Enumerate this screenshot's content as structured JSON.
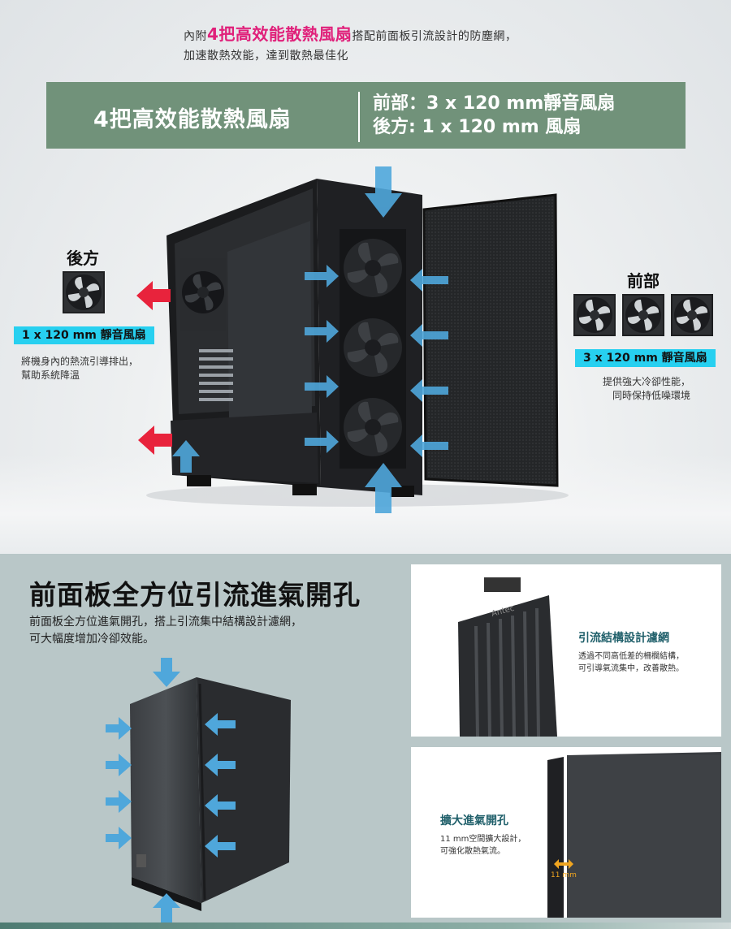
{
  "intro": {
    "prefix": "內附",
    "highlight": "4把高效能散熱風扇",
    "suffix": "搭配前面板引流設計的防塵網，",
    "line2": "加速散熱效能，達到散熱最佳化"
  },
  "banner": {
    "left": "4把高效能散熱風扇",
    "right_line1": "前部：3 x 120 mm靜音風扇",
    "right_line2": "後方: 1 x 120 mm 風扇"
  },
  "rear": {
    "header": "後方",
    "tag": "1 x 120 mm 靜音風扇",
    "desc_line1": "將機身內的熱流引導排出，",
    "desc_line2": "幫助系統降溫"
  },
  "front": {
    "header": "前部",
    "tag": "3 x 120 mm 靜音風扇",
    "desc_line1": "提供強大冷卻性能，",
    "desc_line2": "同時保持低噪環境"
  },
  "section2": {
    "title": "前面板全方位引流進氣開孔",
    "desc_line1": "前面板全方位進氣開孔，搭上引流集中結構設計濾網，",
    "desc_line2": "可大幅度增加冷卻效能。"
  },
  "card_filter": {
    "title": "引流結構設計濾網",
    "desc_line1": "透過不同高低差的柵欄結構，",
    "desc_line2": "可引導氣流集中，改善散熱。",
    "brand": "Antec"
  },
  "card_vent": {
    "title": "擴大進氣開孔",
    "desc_line1": "11 mm空間擴大設計，",
    "desc_line2": "可強化散熱氣流。",
    "gap_label": "11 mm"
  },
  "colors": {
    "banner": "#71927a",
    "tag": "#27d0f0",
    "exhaust_arrow": "#e8233c",
    "intake_arrow": "#4fa7db",
    "highlight": "#e0207a",
    "card_title": "#1f5f6a",
    "gap_arrow": "#f0a520"
  }
}
